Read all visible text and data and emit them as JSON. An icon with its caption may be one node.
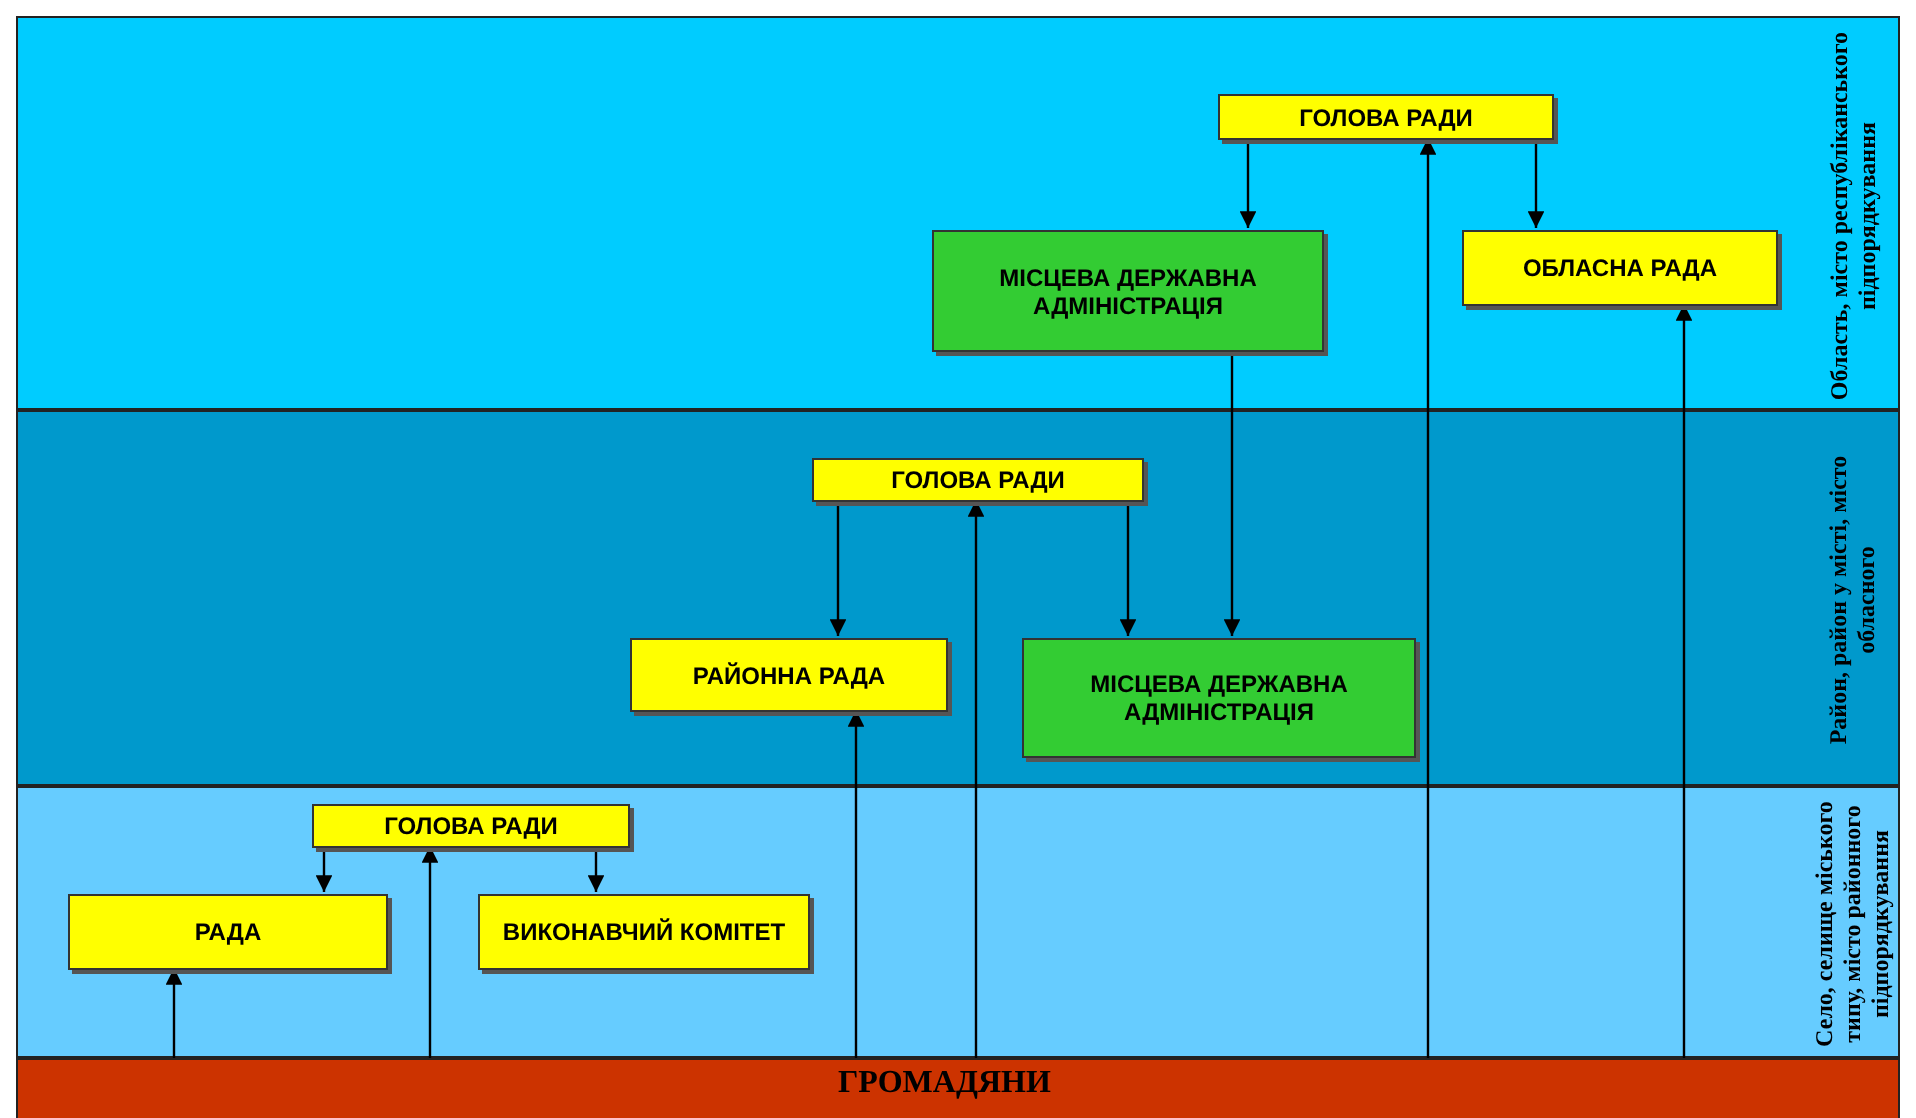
{
  "diagram": {
    "nodes": [
      {
        "text": [
          "Область, місто республіканського підпорядкування"
        ]
      },
      {
        "text": [
          "ГОЛОВА РАДИ"
        ],
        "in": 0
      },
      {
        "text": [
          "МІСЦЕВА ДЕРЖАВНА АДМІНІСТРАЦІЯ"
        ],
        "in": 0
      },
      {
        "text": [
          "ОБЛАСНА РАДА"
        ],
        "in": 0
      },
      {
        "text": [
          "Район, район у місті, місто обласного"
        ]
      },
      {
        "text": [
          "ГОЛОВА РАДИ"
        ],
        "in": 4
      },
      {
        "text": [
          "РАЙОННА РАДА"
        ],
        "in": 4
      },
      {
        "text": [
          "МІСЦЕВА ДЕРЖАВНА АДМІНІСТРАЦІЯ"
        ],
        "in": 4
      },
      {
        "text": [
          "Село, селище міського типу, місто районного підпорядкування"
        ]
      },
      {
        "text": [
          "ГОЛОВА РАДИ"
        ],
        "in": 8
      },
      {
        "text": [
          "РАДА"
        ],
        "in": 8
      },
      {
        "text": [
          "ВИКОНАВЧИЙ КОМІТЕТ"
        ],
        "in": 8
      },
      {
        "text": [
          "ГРОМАДЯНИ"
        ]
      }
    ],
    "edges": [
      {
        "from": 1,
        "to": 2,
        "arrow": "to"
      },
      {
        "from": 1,
        "to": 3,
        "arrow": "to"
      },
      {
        "from": 12,
        "to": 1,
        "arrow": "to"
      },
      {
        "from": 12,
        "to": 3,
        "arrow": "to"
      },
      {
        "from": 2,
        "to": 7,
        "arrow": "to"
      },
      {
        "from": 5,
        "to": 6,
        "arrow": "to"
      },
      {
        "from": 5,
        "to": 7,
        "arrow": "to"
      },
      {
        "from": 12,
        "to": 5,
        "arrow": "to"
      },
      {
        "from": 12,
        "to": 6,
        "arrow": "to"
      },
      {
        "from": 9,
        "to": 10,
        "arrow": "to"
      },
      {
        "from": 9,
        "to": 11,
        "arrow": "to"
      },
      {
        "from": 12,
        "to": 9,
        "arrow": "to"
      },
      {
        "from": 12,
        "to": 10,
        "arrow": "to"
      }
    ]
  }
}
